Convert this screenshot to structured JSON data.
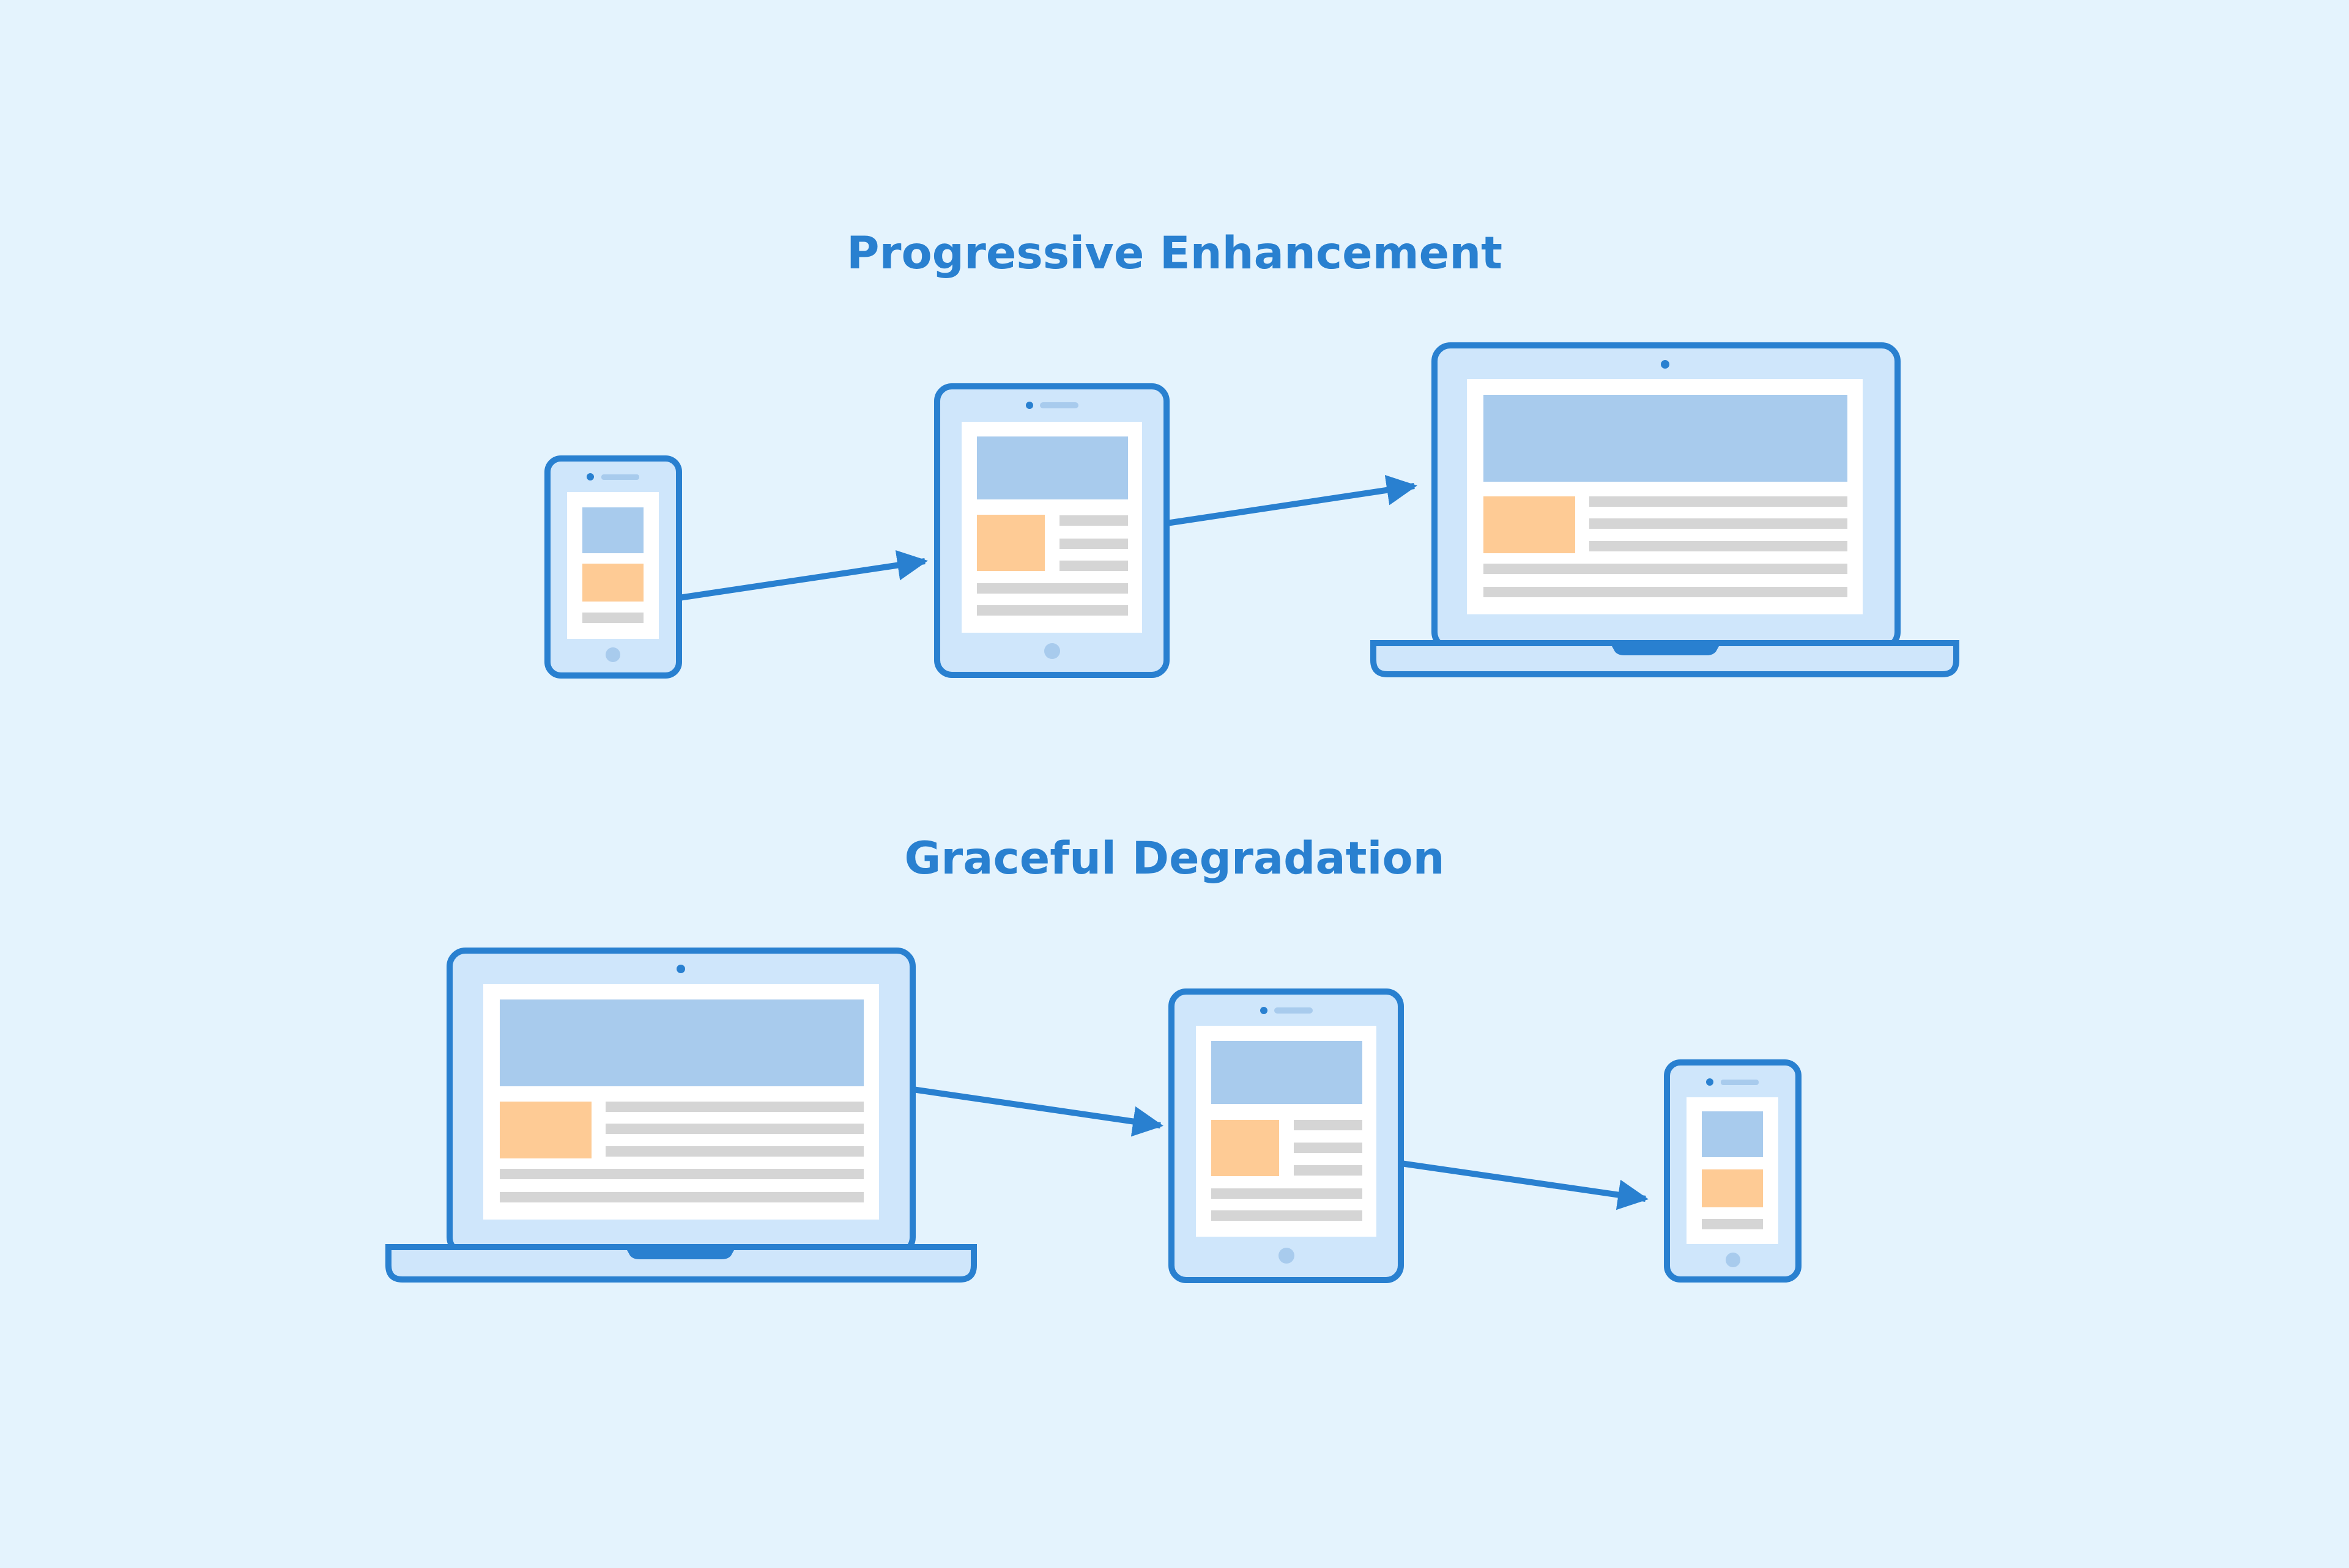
{
  "colors": {
    "background": "#e4f3fd",
    "title": "#2980d0",
    "outline": "#2980d0",
    "device_fill": "#cfe6fb",
    "screen": "#ffffff",
    "header_block": "#a8cbed",
    "image_block": "#fecb95",
    "text_line": "#d5d5d5"
  },
  "sections": [
    {
      "title": "Progressive Enhancement",
      "devices": [
        "phone",
        "tablet",
        "laptop"
      ]
    },
    {
      "title": "Graceful Degradation",
      "devices": [
        "laptop",
        "tablet",
        "phone"
      ]
    }
  ]
}
